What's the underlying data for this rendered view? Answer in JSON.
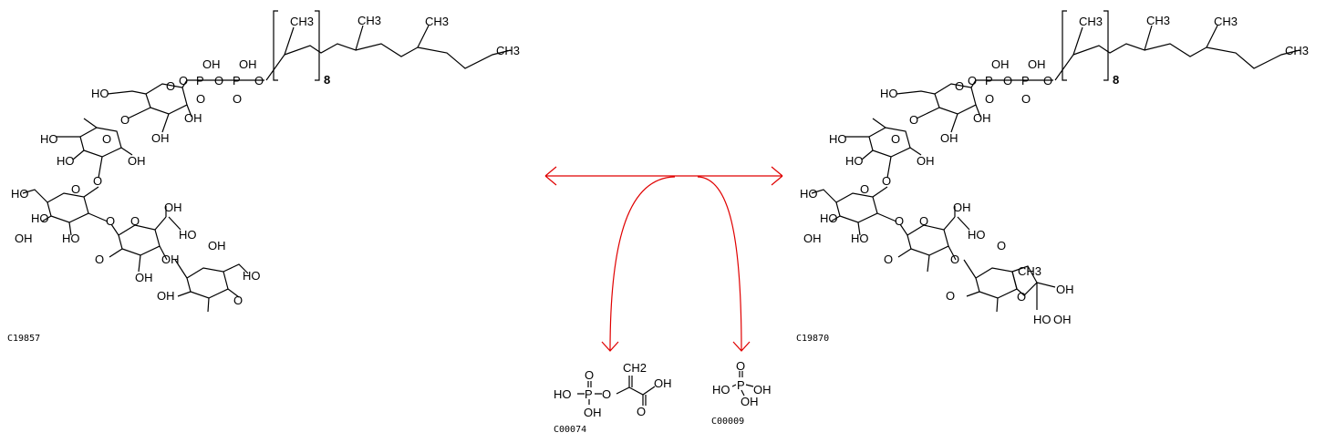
{
  "reaction": {
    "colors": {
      "arrow": "#e00000",
      "structure": "#000000"
    },
    "substrate": {
      "id": "C19857",
      "labels": [
        "CH3",
        "CH3",
        "CH3",
        "CH3",
        "8",
        "O",
        "P",
        "O",
        "P",
        "O",
        "OH",
        "OH",
        "O",
        "O",
        "HO",
        "O",
        "O",
        "OH",
        "OH",
        "HO",
        "O",
        "HO",
        "OH",
        "O",
        "HO",
        "O",
        "HO",
        "O",
        "O",
        "OH",
        "HO",
        "OH",
        "HO",
        "O",
        "OH",
        "OH",
        "HO",
        "OH",
        "OH",
        "O"
      ]
    },
    "product": {
      "id": "C19870",
      "labels": [
        "CH3",
        "CH3",
        "CH3",
        "CH3",
        "8",
        "O",
        "P",
        "O",
        "P",
        "O",
        "OH",
        "OH",
        "O",
        "O",
        "HO",
        "O",
        "O",
        "OH",
        "OH",
        "HO",
        "O",
        "HO",
        "OH",
        "O",
        "HO",
        "O",
        "HO",
        "O",
        "O",
        "OH",
        "HO",
        "OH",
        "HO",
        "O",
        "O",
        "O",
        "CH3",
        "O",
        "OH",
        "HO",
        "OH",
        "O"
      ]
    },
    "side_products": [
      {
        "id": "C00074",
        "labels": [
          "HO",
          "P",
          "O",
          "O",
          "OH",
          "CH2",
          "OH",
          "O"
        ]
      },
      {
        "id": "C00009",
        "labels": [
          "O",
          "P",
          "HO",
          "OH",
          "OH"
        ]
      }
    ]
  }
}
